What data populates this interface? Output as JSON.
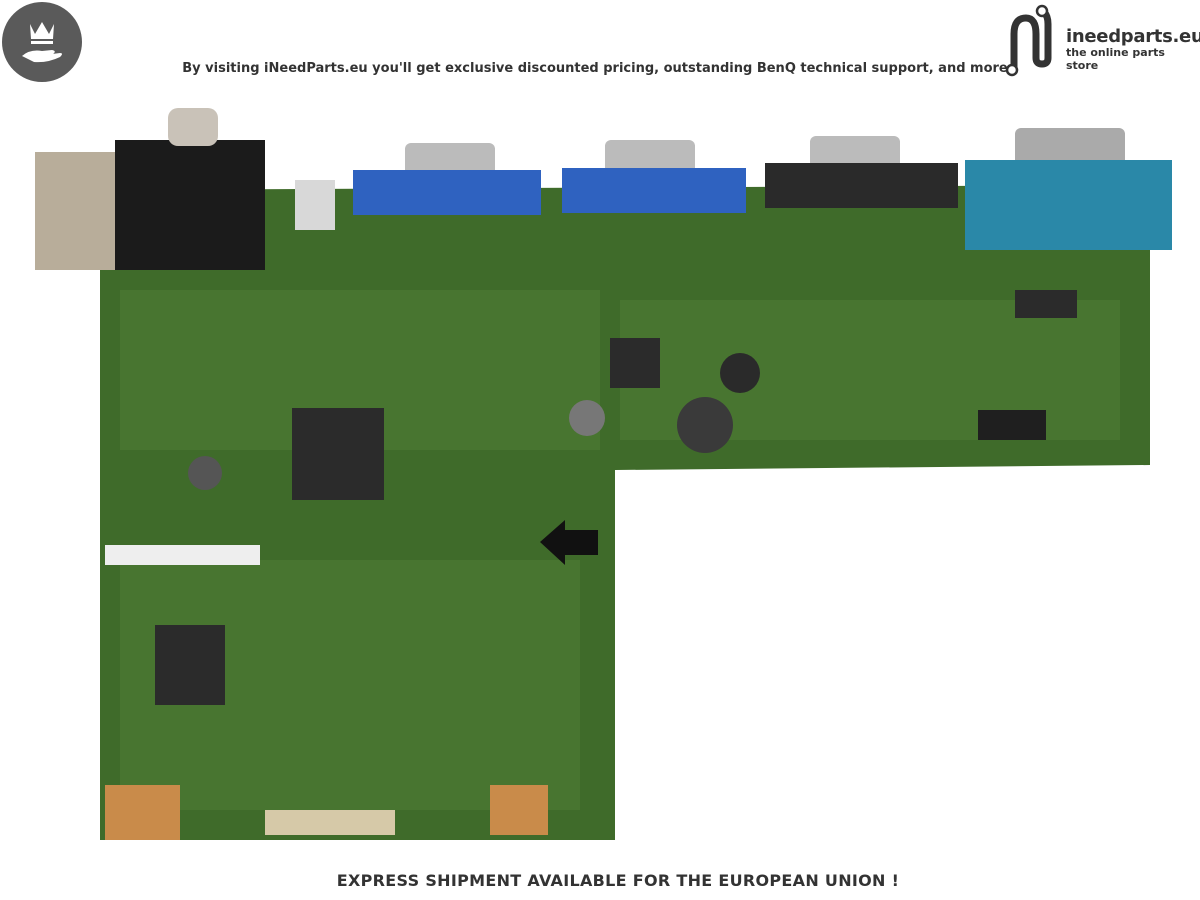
{
  "header": {
    "badge_icon": "crown-on-hand-icon",
    "tagline": "By visiting iNeedParts.eu you'll get exclusive discounted pricing, outstanding BenQ technical support, and more",
    "logo": {
      "name": "ineedparts.eu",
      "subtitle": "the online parts store"
    }
  },
  "product": {
    "image": "projector-main-board-pcb-photo",
    "colors": {
      "pcb": "#3f6b2a",
      "vga_connector": "#2f62c0",
      "serial_connector": "#2a88a8"
    }
  },
  "footer": {
    "text": "EXPRESS SHIPMENT AVAILABLE FOR THE EUROPEAN UNION !"
  }
}
